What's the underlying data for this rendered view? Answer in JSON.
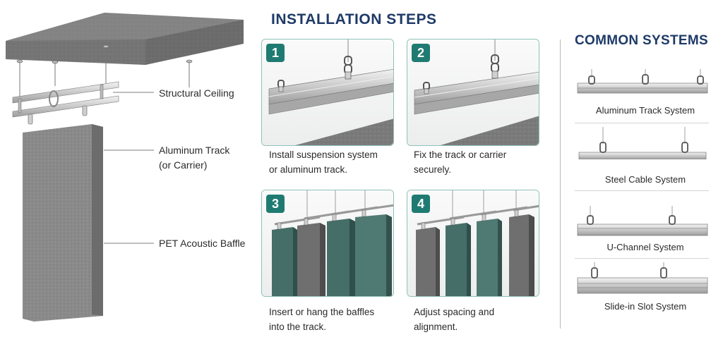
{
  "diagram": {
    "callouts": {
      "structural_ceiling": "Structural Ceiling",
      "aluminum_track_line1": "Aluminum Track",
      "aluminum_track_line2": "(or Carrier)",
      "pet_baffle": "PET Acoustic Baffle"
    }
  },
  "installation": {
    "title": "INSTALLATION STEPS",
    "steps": [
      {
        "number": "1",
        "line1": "Install suspension system",
        "line2": "or aluminum track."
      },
      {
        "number": "2",
        "line1": "Fix the track or carrier",
        "line2": "securely."
      },
      {
        "number": "3",
        "line1": "Insert or hang the baffles",
        "line2": "into the track."
      },
      {
        "number": "4",
        "line1": "Adjust spacing and",
        "line2": "alignment."
      }
    ]
  },
  "systems": {
    "title": "COMMON SYSTEMS",
    "items": [
      {
        "label": "Aluminum Track System"
      },
      {
        "label": "Steel Cable System"
      },
      {
        "label": "U-Channel System"
      },
      {
        "label": "Slide-in Slot System"
      }
    ]
  },
  "colors": {
    "title_navy": "#1e3a68",
    "badge_teal": "#1f7b72",
    "card_border": "#8fc2b9",
    "baffle_teal": "#466e68",
    "baffle_gray": "#6f6f6f",
    "concrete": "#7a7a7a"
  }
}
